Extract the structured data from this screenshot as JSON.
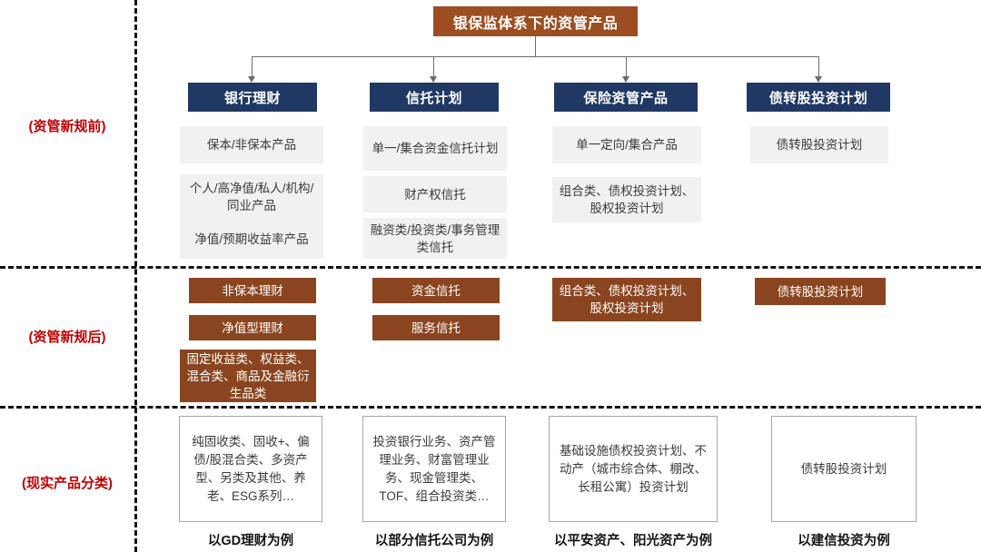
{
  "diagram": {
    "root": {
      "label": "银保监体系下的资管产品"
    },
    "bands": [
      {
        "id": "pre",
        "label": "(资管新规前)"
      },
      {
        "id": "post",
        "label": "(资管新规后)"
      },
      {
        "id": "reality",
        "label": "(现实产品分类)"
      }
    ],
    "columns": [
      {
        "id": "bank",
        "header": "银行理财",
        "pre": [
          "保本/非保本产品",
          "个人/高净值/私人/机构/同业产品",
          "净值/预期收益率产品"
        ],
        "post": [
          "非保本理财",
          "净值型理财",
          "固定收益类、权益类、混合类、商品及金融衍生品类"
        ],
        "reality": "纯固收类、固收+、偏债/股混合类、多资产型、另类及其他、养老、ESG系列…",
        "caption": "以GD理财为例"
      },
      {
        "id": "trust",
        "header": "信托计划",
        "pre": [
          "单一/集合资金信托计划",
          "财产权信托",
          "融资类/投资类/事务管理类信托"
        ],
        "post": [
          "资金信托",
          "服务信托"
        ],
        "reality": "投资银行业务、资产管理业务、财富管理业务、现金管理类、TOF、组合投资类…",
        "caption": "以部分信托公司为例"
      },
      {
        "id": "insurance",
        "header": "保险资管产品",
        "pre": [
          "单一定向/集合产品",
          "组合类、债权投资计划、股权投资计划"
        ],
        "post": [
          "组合类、债权投资计划、股权投资计划"
        ],
        "reality": "基础设施债权投资计划、不动产（城市综合体、棚改、长租公寓）投资计划",
        "caption": "以平安资产、阳光资产为例"
      },
      {
        "id": "debt2equity",
        "header": "债转股投资计划",
        "pre": [
          "债转股投资计划"
        ],
        "post": [
          "债转股投资计划"
        ],
        "reality": "债转股投资计划",
        "caption": "以建信投资为例"
      }
    ]
  },
  "colors": {
    "root_box": "#9c4e20",
    "header_box": "#203864",
    "post_box": "#8a4520",
    "pre_box": "#f1f1f1",
    "band_label": "#c00000",
    "separator": "#111111",
    "connector": "#6b6b6b"
  }
}
